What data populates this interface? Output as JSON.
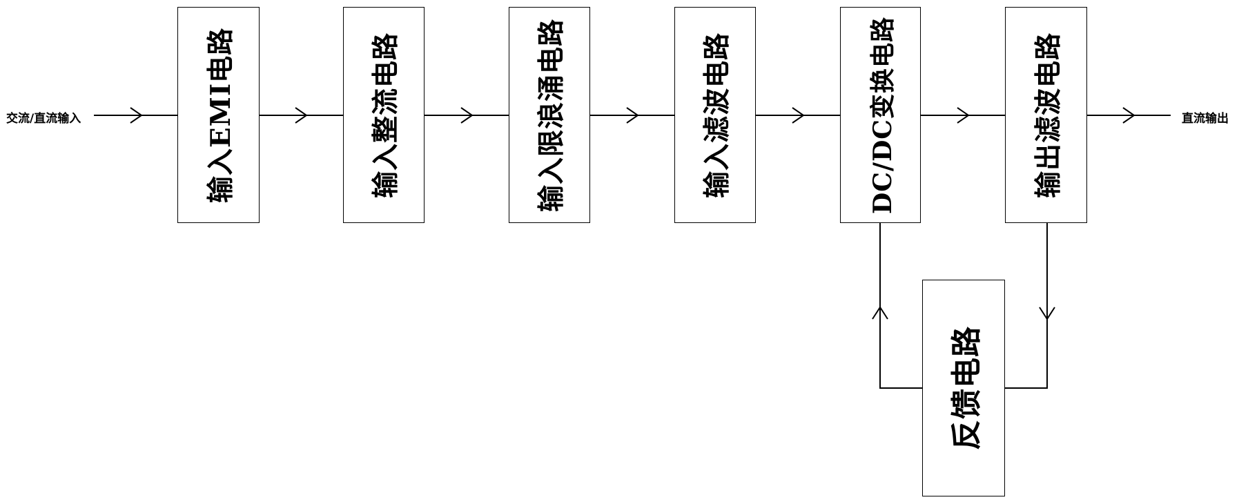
{
  "input_label": "交流/直流输入",
  "output_label": "直流输出",
  "blocks": {
    "emi": "输入EMI电路",
    "rectifier": "输入整流电路",
    "inrush_limit": "输入限浪涌电路",
    "input_filter": "输入滤波电路",
    "dcdc": "DC/DC变换电路",
    "output_filter": "输出滤波电路",
    "feedback": "反馈电路"
  }
}
